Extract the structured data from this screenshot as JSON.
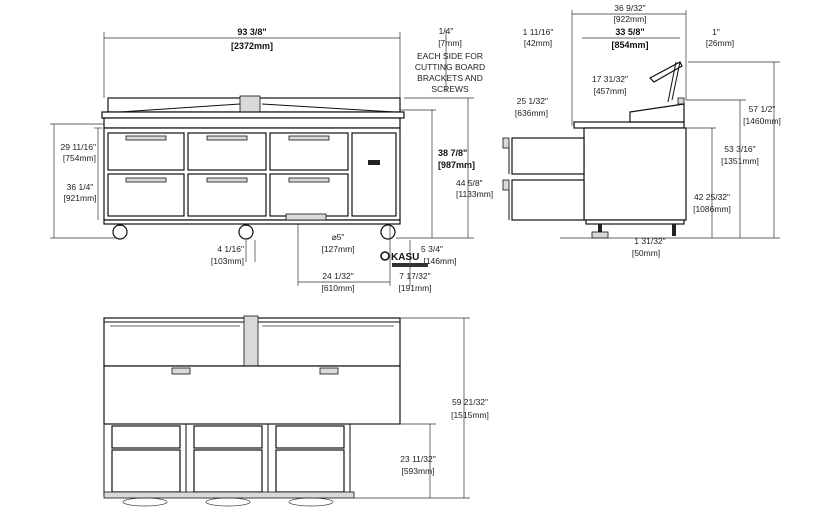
{
  "dims": {
    "overall_width": "93 3/8\"",
    "overall_width_mm": "[2372mm]",
    "bracket_in": "1/4\"",
    "bracket_mm": "[7mm]",
    "bracket_note": [
      "EACH SIDE FOR",
      "CUTTING BOARD",
      "BRACKETS AND",
      "SCREWS"
    ],
    "drawer_h_in": "29 11/16\"",
    "drawer_h_mm": "[754mm]",
    "cab_h_in": "36 1/4\"",
    "cab_h_mm": "[921mm]",
    "work_h_in": "38 7/8\"",
    "work_h_mm": "[987mm]",
    "total_h_in": "44 5/8\"",
    "total_h_mm": "[1133mm]",
    "caster_in": "4 1/16\"",
    "caster_mm": "[103mm]",
    "wheel_in": "⌀5\"",
    "wheel_mm": "[127mm]",
    "leg_in": "5 3/4\"",
    "leg_mm": "[146mm]",
    "comp_w_in": "24 1/32\"",
    "comp_w_mm": "[610mm]",
    "comp_off_in": "7 17/32\"",
    "comp_off_mm": "[191mm]",
    "depth_total_in": "36 9/32\"",
    "depth_total_mm": "[922mm]",
    "depth_cab_in": "33 5/8\"",
    "depth_cab_mm": "[854mm]",
    "rear_in": "1 11/16\"",
    "rear_mm": "[42mm]",
    "front_in": "1\"",
    "front_mm": "[26mm]",
    "lid_in": "17 31/32\"",
    "lid_mm": "[457mm]",
    "shelf_in": "25 1/32\"",
    "shelf_mm": "[636mm]",
    "side_h1_in": "57 1/2\"",
    "side_h1_mm": "[1460mm]",
    "side_h2_in": "53 3/16\"",
    "side_h2_mm": "[1351mm]",
    "side_h3_in": "42 25/32\"",
    "side_h3_mm": "[1086mm]",
    "side_base_in": "1 31/32\"",
    "side_base_mm": "[50mm]",
    "top_depth_in": "59 21/32\"",
    "top_depth_mm": "[1515mm]",
    "top_drawer_in": "23 11/32\"",
    "top_drawer_mm": "[593mm]"
  },
  "logo": "KASU"
}
